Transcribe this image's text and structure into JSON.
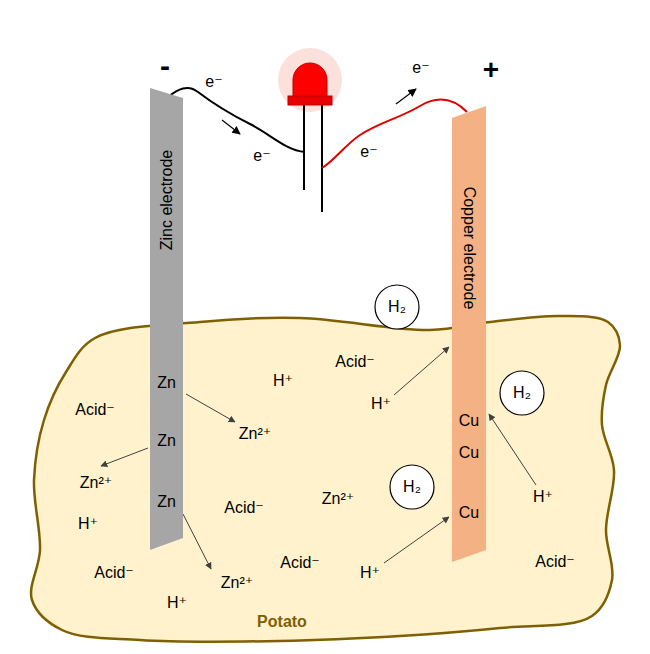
{
  "diagram": {
    "nodes": [
      {
        "text": [
          "Zinc electrode",
          "Zn",
          "Zn",
          "Zn"
        ]
      },
      {
        "text": [
          "H₂"
        ]
      },
      {
        "text": [
          "Copper electrode",
          "Cu",
          "Cu",
          "Cu"
        ]
      },
      {
        "text": [
          "Potato"
        ]
      },
      {
        "text": [
          "H₂"
        ],
        "in": 3
      },
      {
        "text": [
          "H₂"
        ],
        "in": 3
      }
    ],
    "labels": [
      "-",
      "e⁻",
      "e⁻",
      "+",
      "e⁻",
      "e⁻",
      "Acid⁻",
      "H⁺",
      "H⁺",
      "Acid⁻",
      "Zn²⁺",
      "Zn²⁺",
      "H⁺",
      "Zn²⁺",
      "Acid⁻",
      "H⁺",
      "Acid⁻",
      "Acid⁻",
      "Acid⁻",
      "H⁺",
      "Zn²⁺",
      "H⁺"
    ]
  }
}
